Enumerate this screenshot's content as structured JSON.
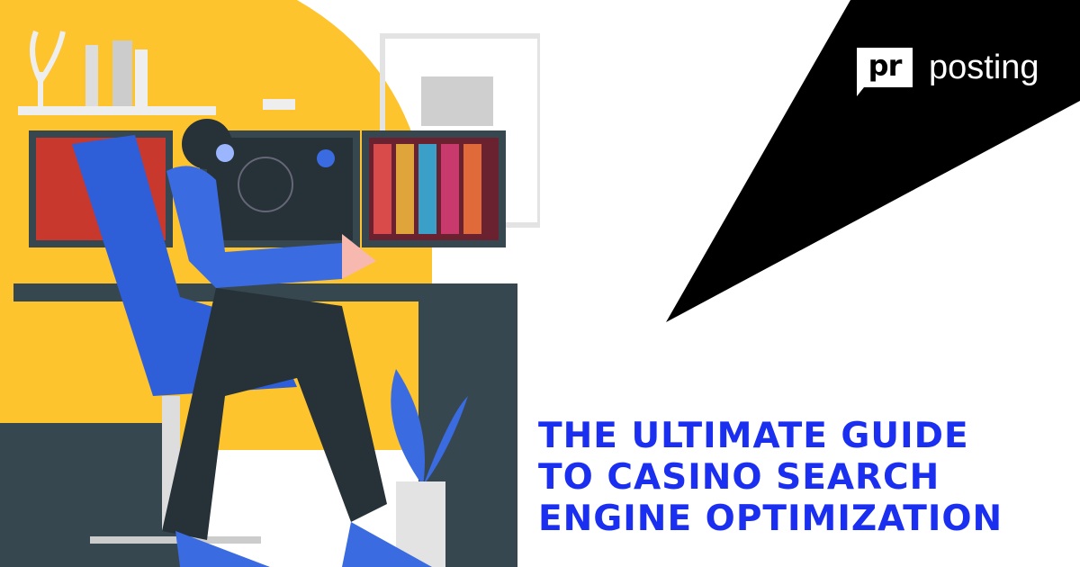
{
  "brand": {
    "logo_mark": "pr",
    "logo_text": "posting"
  },
  "headline": {
    "lines": [
      "THE ULTIMATE GUIDE",
      "TO CASINO SEARCH",
      "ENGINE OPTIMIZATION"
    ]
  },
  "colors": {
    "accent": "#1b2ff0",
    "yellow": "#fec42d",
    "dark": "#37474f",
    "chair": "#2f5fd8"
  }
}
